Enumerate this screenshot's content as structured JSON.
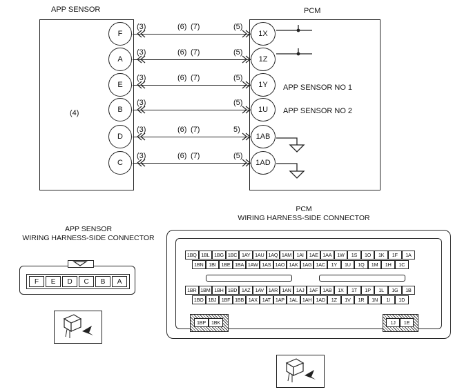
{
  "app_sensor": {
    "title": "APP SENSOR",
    "body_ref": "(4)",
    "pins": [
      "F",
      "A",
      "E",
      "B",
      "D",
      "C"
    ]
  },
  "pcm": {
    "title": "PCM",
    "pins": [
      "1X",
      "1Z",
      "1Y",
      "1U",
      "1AB",
      "1AD"
    ],
    "signal_labels": [
      "APP SENSOR NO 1",
      "APP SENSOR NO 2"
    ]
  },
  "wires": [
    {
      "ref_a": "(3)",
      "ref_b": "(6)",
      "ref_c": "(7)",
      "ref_d": "(5)"
    },
    {
      "ref_a": "(3)",
      "ref_b": "(6)",
      "ref_c": "(7)",
      "ref_d": "(5)"
    },
    {
      "ref_a": "(3)",
      "ref_b": "(6)",
      "ref_c": "(7)",
      "ref_d": "(5)"
    },
    {
      "ref_a": "(3)",
      "ref_b": "",
      "ref_c": "",
      "ref_d": "(5)"
    },
    {
      "ref_a": "(3)",
      "ref_b": "(6)",
      "ref_c": "(7)",
      "ref_d": "5)"
    },
    {
      "ref_a": "(3)",
      "ref_b": "(6)",
      "ref_c": "(7)",
      "ref_d": "(5)"
    }
  ],
  "app_connector": {
    "title_line1": "APP SENSOR",
    "title_line2": "WIRING HARNESS-SIDE CONNECTOR",
    "pins": [
      "F",
      "E",
      "D",
      "C",
      "B",
      "A"
    ]
  },
  "pcm_connector": {
    "title_line1": "PCM",
    "title_line2": "WIRING HARNESS-SIDE CONNECTOR",
    "row1": [
      "1BQ",
      "1BL",
      "1BG",
      "1BC",
      "1AY",
      "1AU",
      "1AQ",
      "1AM",
      "1AI",
      "1AE",
      "1AA",
      "1W",
      "1S",
      "1O",
      "1K",
      "1F",
      "1A"
    ],
    "row2": [
      "1BN",
      "1BI",
      "1BE",
      "1BA",
      "1AW",
      "1AS",
      "1AO",
      "1AK",
      "1AG",
      "1AC",
      "1Y",
      "1U",
      "1Q",
      "1M",
      "1H",
      "1C"
    ],
    "row3": [
      "1BR",
      "1BM",
      "1BH",
      "1BD",
      "1AZ",
      "1AV",
      "1AR",
      "1AN",
      "1AJ",
      "1AF",
      "1AB",
      "1X",
      "1T",
      "1P",
      "1L",
      "1G",
      "1B"
    ],
    "row4": [
      "1BO",
      "1BJ",
      "1BF",
      "1BB",
      "1AX",
      "1AT",
      "1AP",
      "1AL",
      "1AH",
      "1AD",
      "1Z",
      "1V",
      "1R",
      "1N",
      "1I",
      "1D"
    ],
    "left_pins": [
      "1BP",
      "1BK"
    ],
    "right_pins": [
      "1J",
      "1E"
    ]
  }
}
